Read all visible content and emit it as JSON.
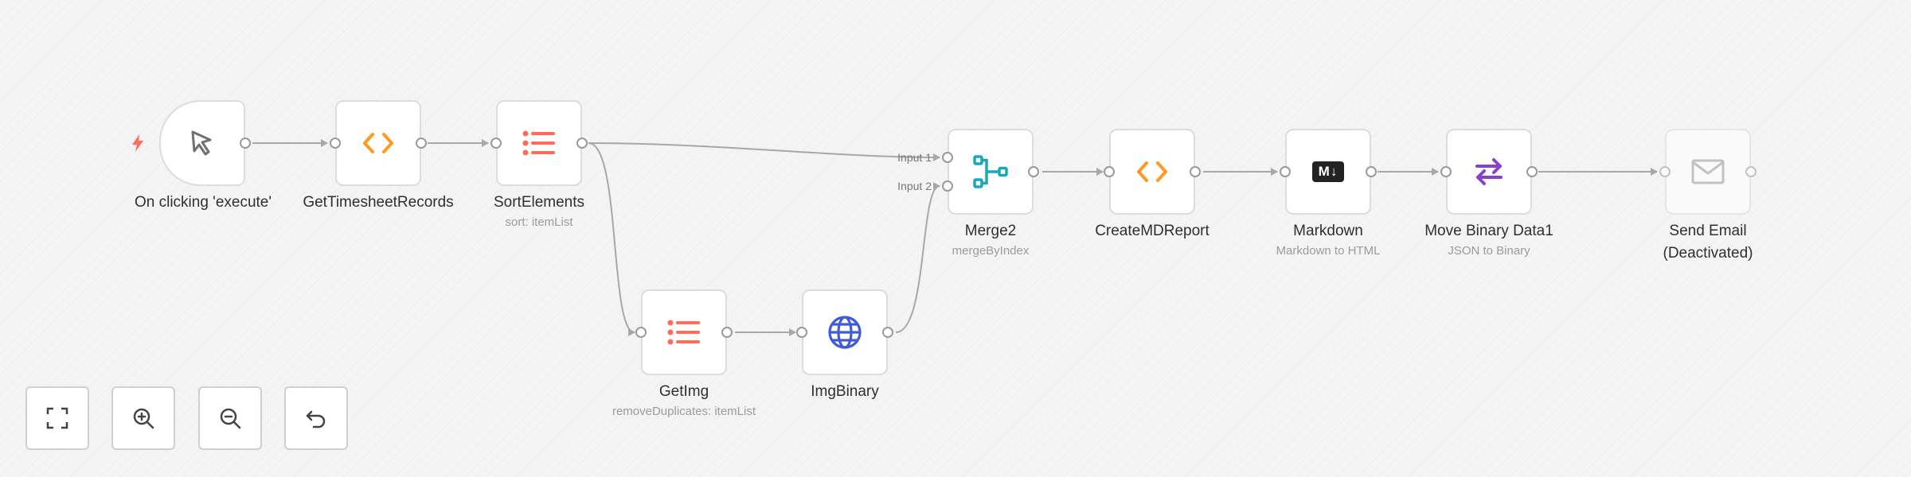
{
  "colors": {
    "edge": "#a8a8a8",
    "trigger_bolt": "#ff6d5a",
    "code_icon": "#ff9922",
    "list_icon": "#ff6d5a",
    "merge_icon": "#1ba6ba",
    "globe_icon": "#3f5bd9",
    "move_binary_icon": "#8a3fd1",
    "email_icon": "#9a9a9a"
  },
  "nodes": {
    "trigger": {
      "label": "On clicking 'execute'",
      "icon": "cursor-icon"
    },
    "get_timesheet": {
      "label": "GetTimesheetRecords",
      "icon": "code-icon"
    },
    "sort_elements": {
      "label": "SortElements",
      "subtitle": "sort: itemList",
      "icon": "list-icon"
    },
    "merge2": {
      "label": "Merge2",
      "subtitle": "mergeByIndex",
      "icon": "merge-icon",
      "input1": "Input 1",
      "input2": "Input 2"
    },
    "create_md": {
      "label": "CreateMDReport",
      "icon": "code-icon"
    },
    "markdown": {
      "label": "Markdown",
      "subtitle": "Markdown to HTML",
      "icon": "markdown-icon",
      "badge": "M↓"
    },
    "move_binary": {
      "label": "Move Binary Data1",
      "subtitle": "JSON to Binary",
      "icon": "swap-arrows-icon"
    },
    "send_email": {
      "label_line1": "Send Email",
      "label_line2": "(Deactivated)",
      "icon": "envelope-icon"
    },
    "get_img": {
      "label": "GetImg",
      "subtitle": "removeDuplicates: itemList",
      "icon": "list-icon"
    },
    "img_binary": {
      "label": "ImgBinary",
      "icon": "globe-icon"
    }
  },
  "controls": [
    {
      "name": "fit-view-button",
      "icon": "fullscreen-icon"
    },
    {
      "name": "zoom-in-button",
      "icon": "zoom-in-icon"
    },
    {
      "name": "zoom-out-button",
      "icon": "zoom-out-icon"
    },
    {
      "name": "reset-zoom-button",
      "icon": "undo-icon"
    }
  ]
}
